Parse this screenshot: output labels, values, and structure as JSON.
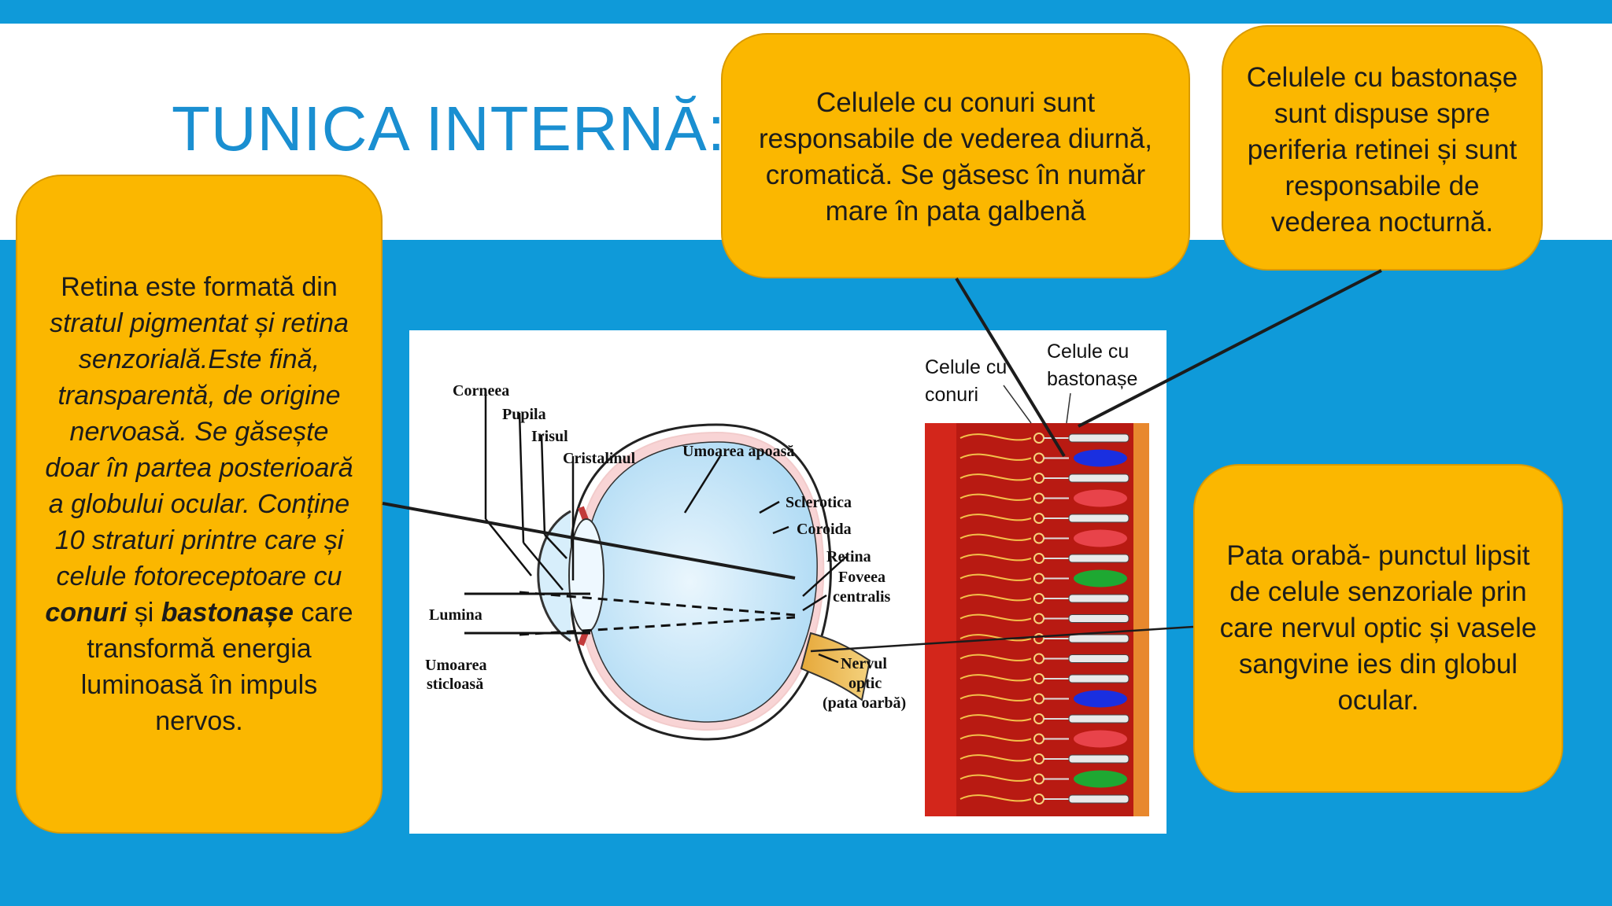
{
  "slide": {
    "title": "TUNICA INTERNĂ:"
  },
  "callouts": {
    "left": {
      "t1": "Retina este formată din ",
      "t2": "stratul pigmentat și retina senzorială.Este fină, transparentă, de origine nervoasă. Se găsește doar în partea posterioară a globului ocular. Conține 10 straturi printre care și celule fotoreceptoare cu ",
      "t3": "conuri",
      "t4": " și ",
      "t5": "bastonașe",
      "t6": " care transformă energia luminoasă în impuls nervos."
    },
    "cones": "Celulele cu conuri sunt responsabile de vederea diurnă, cromatică. Se găsesc în număr mare în pata galbenă",
    "rods": "Celulele cu bastonașe sunt dispuse spre periferia retinei și sunt responsabile de vederea nocturnă.",
    "blind_spot": "Pata orabă- punctul lipsit de celule senzoriale prin care nervul optic și vasele sangvine ies din globul ocular."
  },
  "diagram": {
    "labels": {
      "corneea": "Corneea",
      "pupila": "Pupila",
      "irisul": "Irisul",
      "cristalinul": "Cristalinul",
      "umoarea_apoasa": "Umoarea apoasă",
      "sclerotica": "Sclerotica",
      "coroida": "Coroida",
      "retina": "Retina",
      "foveea_1": "Foveea",
      "foveea_2": "centralis",
      "lumina": "Lumina",
      "umoarea_sticloasa_1": "Umoarea",
      "umoarea_sticloasa_2": "sticloasă",
      "nervul_1": "Nervul",
      "nervul_2": "optic",
      "nervul_3": "(pata oarbă)",
      "cones_1": "Celule cu",
      "cones_2": "conuri",
      "rods_1": "Celule cu",
      "rods_2": "bastonașe"
    },
    "colors": {
      "callout_fill": "#fbb700",
      "background_blue": "#0f9ad9",
      "title_blue": "#1a8fd1",
      "retina_red": "#b81a12",
      "cone_blue": "#1a2fe0",
      "cone_green": "#1ea832",
      "cone_red": "#e8434a"
    }
  }
}
